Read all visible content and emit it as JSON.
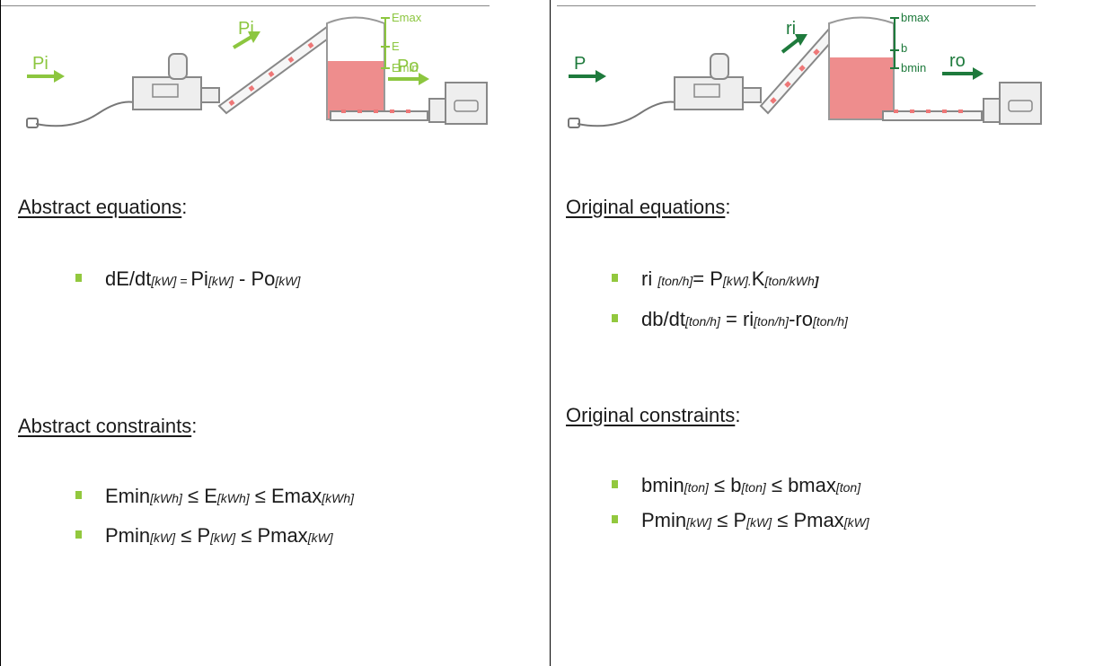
{
  "colors": {
    "accent_light": "#8cc63f",
    "accent_dark": "#1e7a3c",
    "tank_fill": "#ee8d8d",
    "bullet": "#92c83e"
  },
  "left": {
    "diagram": {
      "input_label": "Pi",
      "belt_label": "Pi",
      "output_label": "Po",
      "level_max": "Emax",
      "level": "E",
      "level_min": "Emin"
    },
    "equations_heading": {
      "main": "Abstract equations",
      "suffix": ":"
    },
    "equation1": {
      "a": "dE/dt",
      "a_unit": "[kW]",
      "eq": " = ",
      "b": "Pi",
      "b_unit": "[kW]",
      "minus": " - ",
      "c": "Po",
      "c_unit": "[kW]"
    },
    "constraints_heading": {
      "main": "Abstract constraints",
      "suffix": ":"
    },
    "constraint1": {
      "a": "Emin",
      "a_unit": "[kWh]",
      "le1": " ≤ ",
      "b": "E",
      "b_unit": "[kWh]",
      "le2": " ≤ ",
      "c": "Emax",
      "c_unit": "[kWh]"
    },
    "constraint2": {
      "a": "Pmin",
      "a_unit": "[kW]",
      "le1": " ≤ ",
      "b": "P",
      "b_unit": "[kW]",
      "le2": " ≤ ",
      "c": "Pmax",
      "c_unit": "[kW]"
    }
  },
  "right": {
    "diagram": {
      "input_label": "P",
      "belt_label": "ri",
      "output_label": "ro",
      "level_max": "bmax",
      "level": "b",
      "level_min": "bmin"
    },
    "equations_heading": {
      "main": "Original equations",
      "suffix": ":"
    },
    "equation1": {
      "a": "ri ",
      "a_unit": "[ton/h]",
      "eq": "= ",
      "b": "P",
      "b_unit": "[kW].",
      "c": "K",
      "c_unit": "[ton/kWh",
      "close": "]"
    },
    "equation2": {
      "a": "db/dt",
      "a_unit": "[ton/h]",
      "eq": " = ",
      "b": "ri",
      "b_unit": "[ton/h]",
      "minus": "-",
      "c": "ro",
      "c_unit": "[ton/h]"
    },
    "constraints_heading": {
      "main": "Original constraints",
      "suffix": ":"
    },
    "constraint1": {
      "a": "bmin",
      "a_unit": "[ton]",
      "le1": " ≤ ",
      "b": "b",
      "b_unit": "[ton]",
      "le2": " ≤ ",
      "c": "bmax",
      "c_unit": "[ton]"
    },
    "constraint2": {
      "a": "Pmin",
      "a_unit": "[kW]",
      "le1": " ≤ ",
      "b": "P",
      "b_unit": "[kW]",
      "le2": " ≤ ",
      "c": "Pmax",
      "c_unit": "[kW]"
    }
  }
}
